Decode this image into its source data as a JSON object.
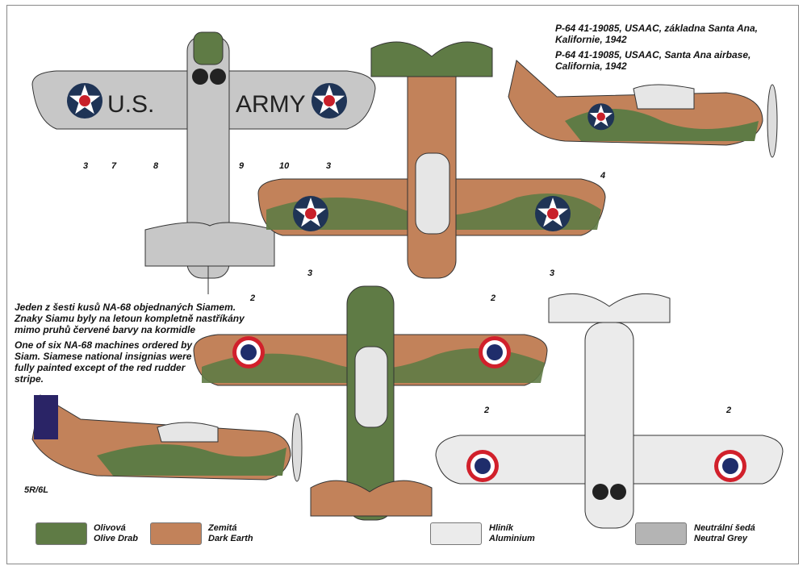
{
  "captions": {
    "p64_cz": "P-64 41-19085, USAAC, základna Santa Ana, Kalifornie, 1942",
    "p64_en": "P-64 41-19085, USAAC, Santa Ana airbase, California, 1942",
    "na68_cz": "Jeden z šesti kusů NA-68 objednaných Siamem. Znaky Siamu byly na letoun kompletně nastříkány mimo pruhů červené barvy na kormidle",
    "na68_en": "One of six NA-68 machines ordered by Siam. Siamese national insignias were fully painted except of the red rudder stripe."
  },
  "wing_markings": {
    "left": "U.S.",
    "right": "ARMY"
  },
  "callouts": {
    "top_plane": [
      "3",
      "7",
      "8",
      "9",
      "10",
      "3"
    ],
    "camo_plane": [
      "3",
      "3"
    ],
    "side_view": "4",
    "siam_top": [
      "2",
      "2"
    ],
    "grey_plane": [
      "2",
      "2"
    ],
    "siam_side": "5R/6L"
  },
  "legend": [
    {
      "cz": "Olivová",
      "en": "Olive Drab",
      "color": "#5f7b45"
    },
    {
      "cz": "Zemitá",
      "en": "Dark Earth",
      "color": "#c2825a"
    },
    {
      "cz": "Hliník",
      "en": "Aluminium",
      "color": "#ebebeb"
    },
    {
      "cz": "Neutrální šedá",
      "en": "Neutral Grey",
      "color": "#b4b4b4"
    }
  ]
}
